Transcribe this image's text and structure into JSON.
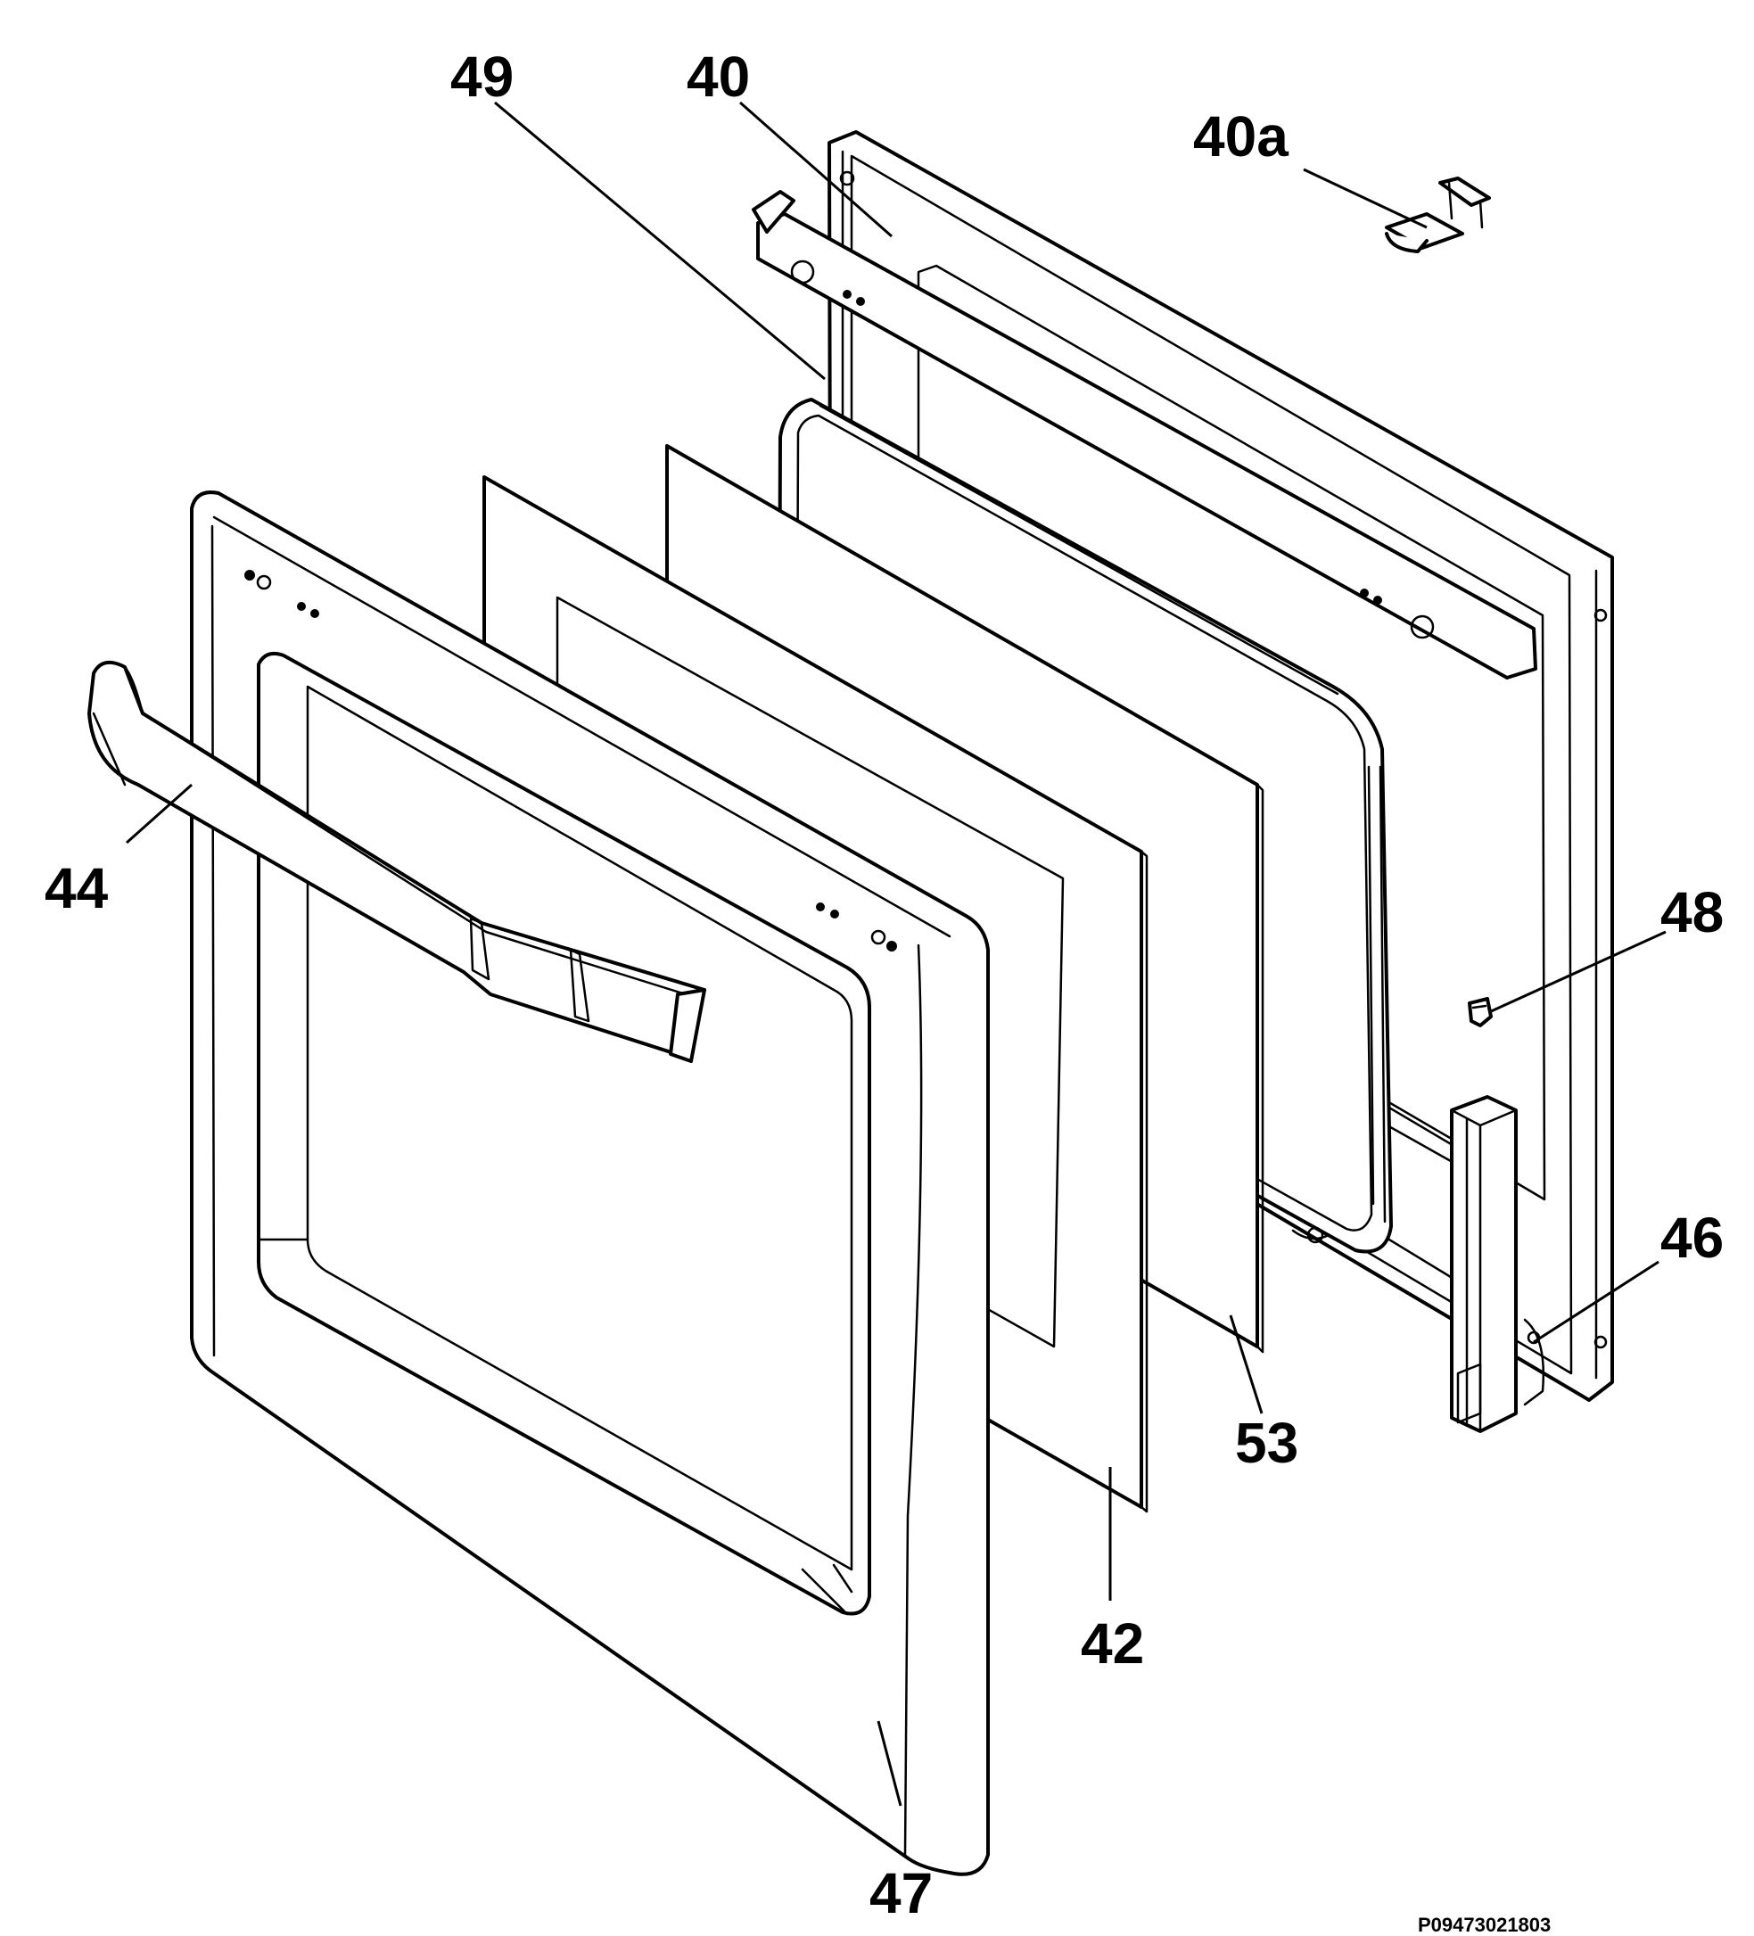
{
  "callouts": {
    "c49": "49",
    "c40": "40",
    "c40a": "40a",
    "c44": "44",
    "c48": "48",
    "c46": "46",
    "c53": "53",
    "c42": "42",
    "c47": "47"
  },
  "document_id": "P09473021803"
}
